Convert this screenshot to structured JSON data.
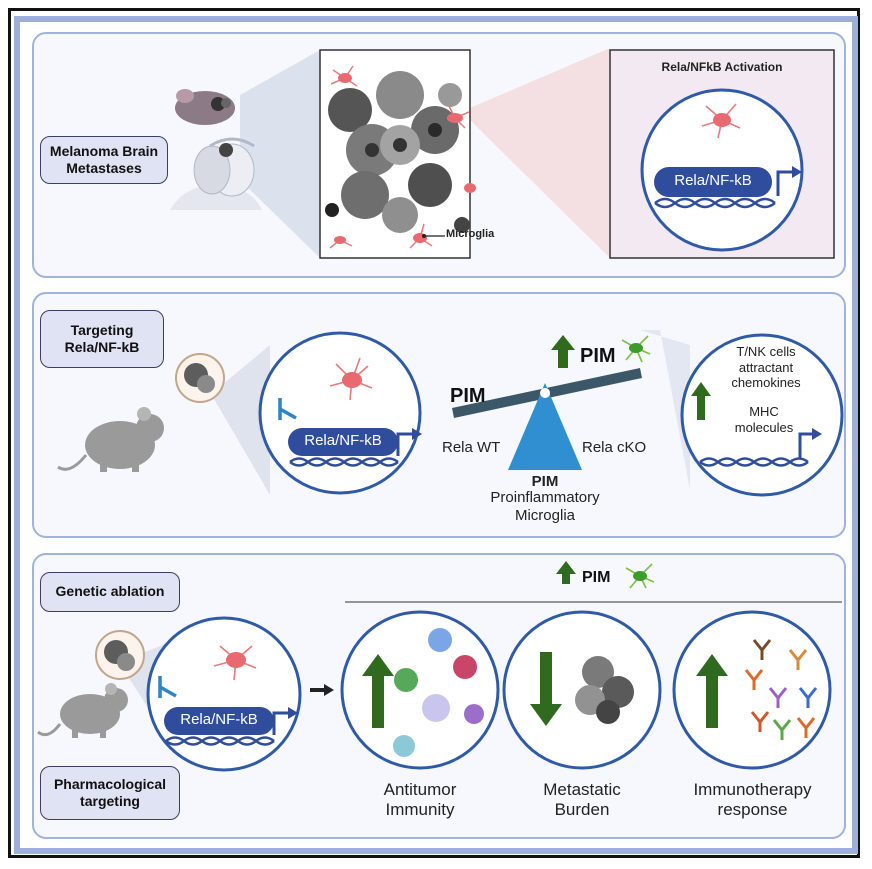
{
  "panel1": {
    "label": "Melanoma Brain\nMetastases",
    "microglia_label": "Microglia",
    "activation_title": "Rela/NFkB Activation",
    "gene_label": "Rela/NF-kB"
  },
  "panel2": {
    "label": "Targeting\nRela/NF-kB",
    "gene_label": "Rela/NF-kB",
    "pim_left": "PIM",
    "pim_right": "PIM",
    "rela_wt": "Rela WT",
    "rela_cko": "Rela cKO",
    "pim_title": "PIM",
    "pim_desc": "Proinflammatory\nMicroglia",
    "tnk_label": "T/NK cells\nattractant\nchemokines",
    "mhc_label": "MHC\nmolecules"
  },
  "panel3": {
    "label_genetic": "Genetic ablation",
    "label_pharma": "Pharmacological\ntargeting",
    "gene_label": "Rela/NF-kB",
    "pim_label": "PIM",
    "outcomes": [
      {
        "label": "Antitumor\nImmunity",
        "direction": "up"
      },
      {
        "label": "Metastatic\nBurden",
        "direction": "down"
      },
      {
        "label": "Immunotherapy\nresponse",
        "direction": "up"
      }
    ]
  },
  "colors": {
    "panel_border": "#9fb3dc",
    "pill_fill": "#dfe3f3",
    "gene_box": "#2f4d9c",
    "arrow_green": "#2f6a1f",
    "microglia": "#e86a70",
    "pim_triangle": "#2f8fd0"
  }
}
